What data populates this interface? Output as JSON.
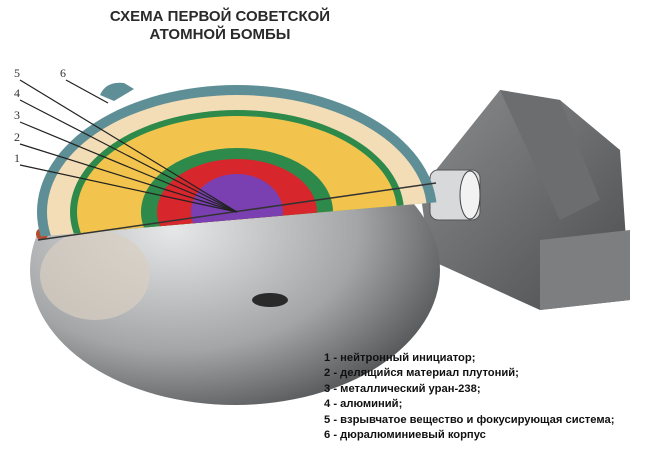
{
  "title": {
    "line1": "СХЕМА ПЕРВОЙ СОВЕТСКОЙ",
    "line2": "АТОМНОЙ БОМБЫ"
  },
  "callouts": [
    "5",
    "6",
    "4",
    "3",
    "2",
    "1"
  ],
  "legend": [
    "1 - нейтронный инициатор;",
    "2 - делящийся материал плутоний;",
    "3 - металлический уран-238;",
    "4 - алюминий;",
    "5 - взрывчатое вещество и фокусирующая система;",
    "6 - дюралюминиевый корпус"
  ],
  "colors": {
    "shell": "#5f8f96",
    "explosive": "#f3ddb6",
    "aluminium": "#2e8a4a",
    "uranium": "#f2c44e",
    "plutonium": "#d8262d",
    "initiator": "#7a3fb0",
    "body": "#9a9c9e"
  }
}
